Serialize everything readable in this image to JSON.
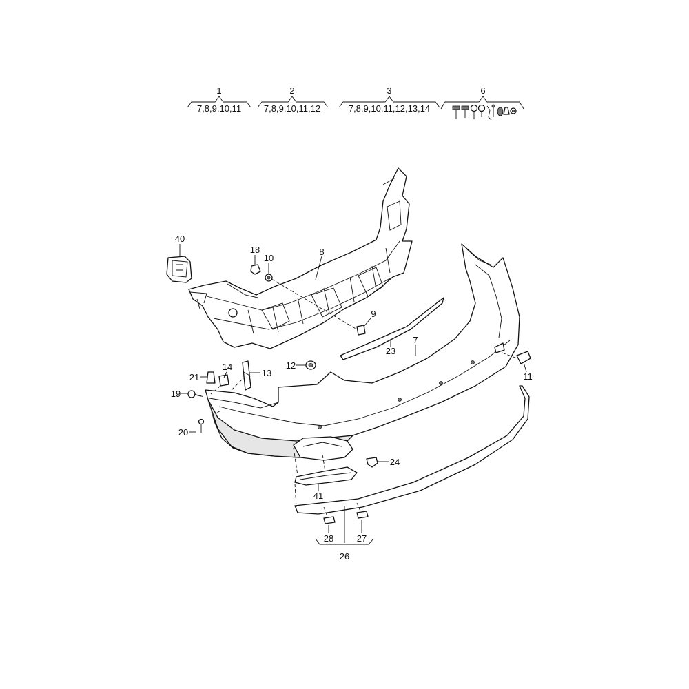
{
  "groups": [
    {
      "number": "1",
      "contents": "7,8,9,10,11"
    },
    {
      "number": "2",
      "contents": "7,8,9,10,11,12"
    },
    {
      "number": "3",
      "contents": "7,8,9,10,11,12,13,14"
    },
    {
      "number": "6",
      "contents": ""
    }
  ],
  "callouts": {
    "c7": "7",
    "c8": "8",
    "c9": "9",
    "c10": "10",
    "c11": "11",
    "c12": "12",
    "c13": "13",
    "c14": "14",
    "c18": "18",
    "c19": "19",
    "c20": "20",
    "c21": "21",
    "c23": "23",
    "c24": "24",
    "c26": "26",
    "c27": "27",
    "c28": "28",
    "c40": "40",
    "c41": "41"
  },
  "icons": {
    "group6": [
      "bolt-icon",
      "bolt-icon",
      "screw-icon",
      "screw-icon",
      "clip-icon",
      "pin-icon",
      "nut-icon",
      "clip-icon",
      "nut-icon"
    ]
  }
}
